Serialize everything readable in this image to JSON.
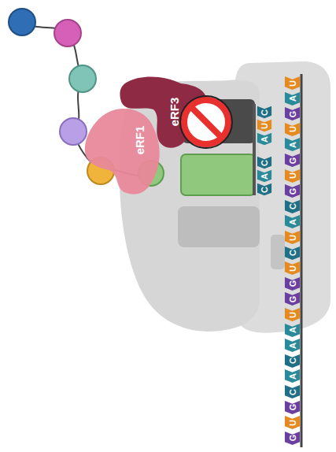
{
  "diagram": {
    "nodes": [
      {
        "text": [
          "eRF3"
        ]
      },
      {
        "text": [
          "eRF1"
        ]
      },
      {
        "text": [
          "C"
        ]
      },
      {
        "text": [
          "U"
        ]
      },
      {
        "text": [
          "A"
        ]
      },
      {
        "text": [
          "C"
        ]
      },
      {
        "text": [
          "A"
        ]
      },
      {
        "text": [
          "C"
        ]
      },
      {
        "text": [
          "U"
        ]
      },
      {
        "text": [
          "A"
        ]
      },
      {
        "text": [
          "G"
        ]
      },
      {
        "text": [
          "U"
        ]
      },
      {
        "text": [
          "A"
        ]
      },
      {
        "text": [
          "G"
        ]
      },
      {
        "text": [
          "U"
        ]
      },
      {
        "text": [
          "G"
        ]
      },
      {
        "text": [
          "C"
        ]
      },
      {
        "text": [
          "A"
        ]
      },
      {
        "text": [
          "U"
        ]
      },
      {
        "text": [
          "C"
        ]
      },
      {
        "text": [
          "U"
        ]
      },
      {
        "text": [
          "G"
        ]
      },
      {
        "text": [
          "G"
        ]
      },
      {
        "text": [
          "U"
        ]
      },
      {
        "text": [
          "A"
        ]
      },
      {
        "text": [
          "A"
        ]
      },
      {
        "text": [
          "C"
        ]
      },
      {
        "text": [
          "A"
        ]
      },
      {
        "text": [
          "C"
        ]
      },
      {
        "text": [
          "G"
        ]
      },
      {
        "text": [
          "U"
        ]
      },
      {
        "text": [
          "G"
        ]
      }
    ]
  }
}
